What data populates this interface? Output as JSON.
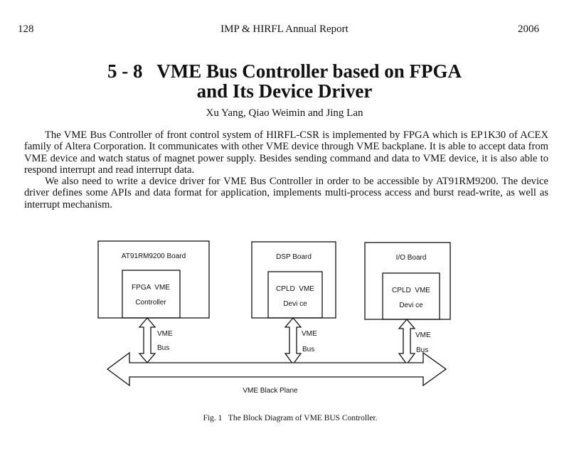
{
  "header": {
    "page_number": "128",
    "running_title": "IMP & HIRFL Annual Report",
    "year": "2006"
  },
  "title": {
    "line1": "5 - 8   VME Bus Controller based on FPGA",
    "line2": "and Its Device Driver"
  },
  "authors": "Xu Yang, Qiao Weimin and Jing Lan",
  "paragraphs": [
    "The VME Bus Controller of front control system of HIRFL-CSR is implemented by FPGA which is EP1K30 of ACEX family of Altera Corporation. It communicates with other VME device through VME backplane. It is able to accept data from VME device and watch status of magnet power supply. Besides sending command and data to VME device, it is also able to respond interrupt and read interrupt data.",
    "We also need to write a device driver for VME Bus Controller in order to be accessible by AT91RM9200. The device driver defines some APIs and data format for application, implements multi-process access and burst read-write, as well as interrupt mechanism."
  ],
  "figure": {
    "boards": [
      {
        "label": "AT91RM9200 Board",
        "inner_line1": "FPGA  VME",
        "inner_line2": "Controller"
      },
      {
        "label": "DSP Board",
        "inner_line1": "CPLD  VME",
        "inner_line2": "Devi ce"
      },
      {
        "label": "I/O Board",
        "inner_line1": "CPLD  VME",
        "inner_line2": "Devi ce"
      }
    ],
    "bus_label_line1": "VME",
    "bus_label_line2": "Bus",
    "backplane_label": "VME Black Plane",
    "caption": "Fig. 1   The Block Diagram of VME BUS Controller."
  }
}
